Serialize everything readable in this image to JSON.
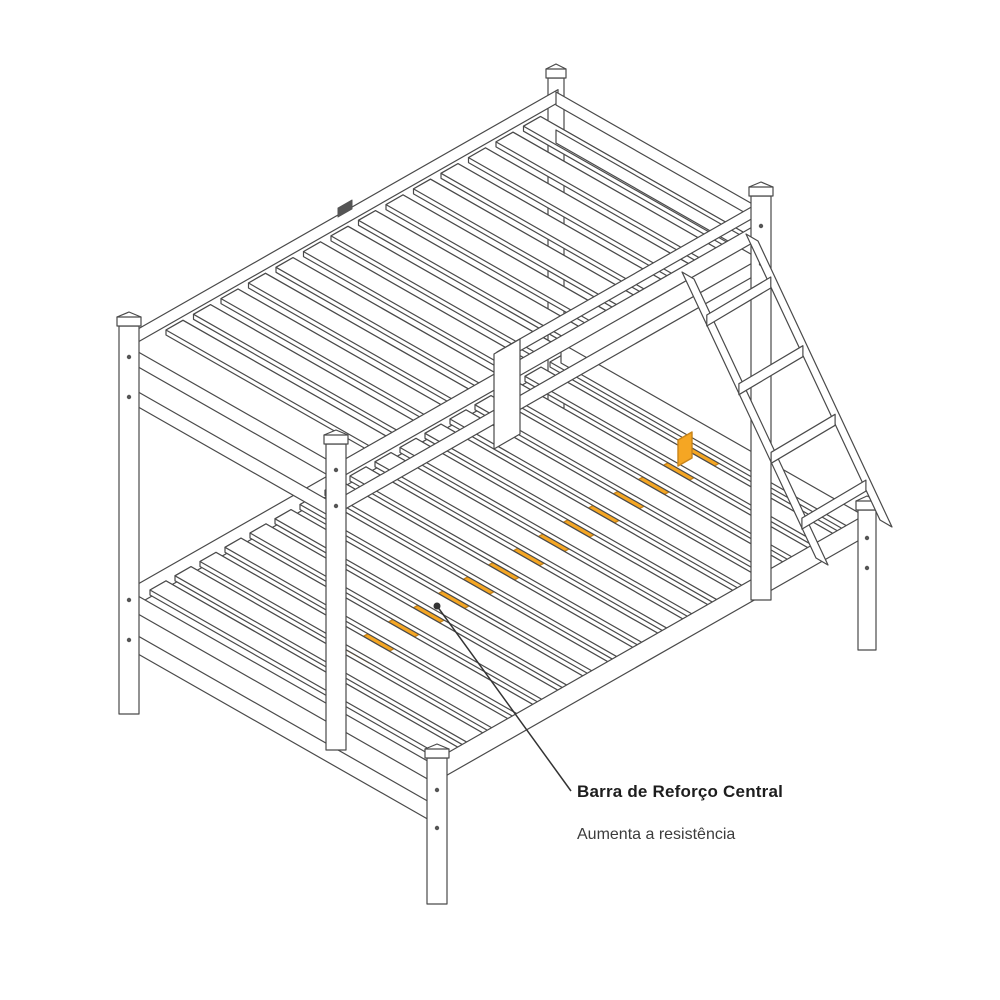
{
  "annotation": {
    "title": "Barra de Reforço Central",
    "subtitle": "Aumenta a resistência"
  },
  "diagram": {
    "subject": "bunk-bed-isometric-line-drawing",
    "highlight_part": "central reinforcement bar",
    "upper_slats": 14,
    "lower_slats": 17,
    "ladder_rungs": 4,
    "colors": {
      "line": "#4a4a4a",
      "dark": "#555555",
      "white": "#ffffff",
      "highlight": "#F5A623",
      "highlight_stroke": "#C8841A",
      "leader": "#333333"
    }
  }
}
